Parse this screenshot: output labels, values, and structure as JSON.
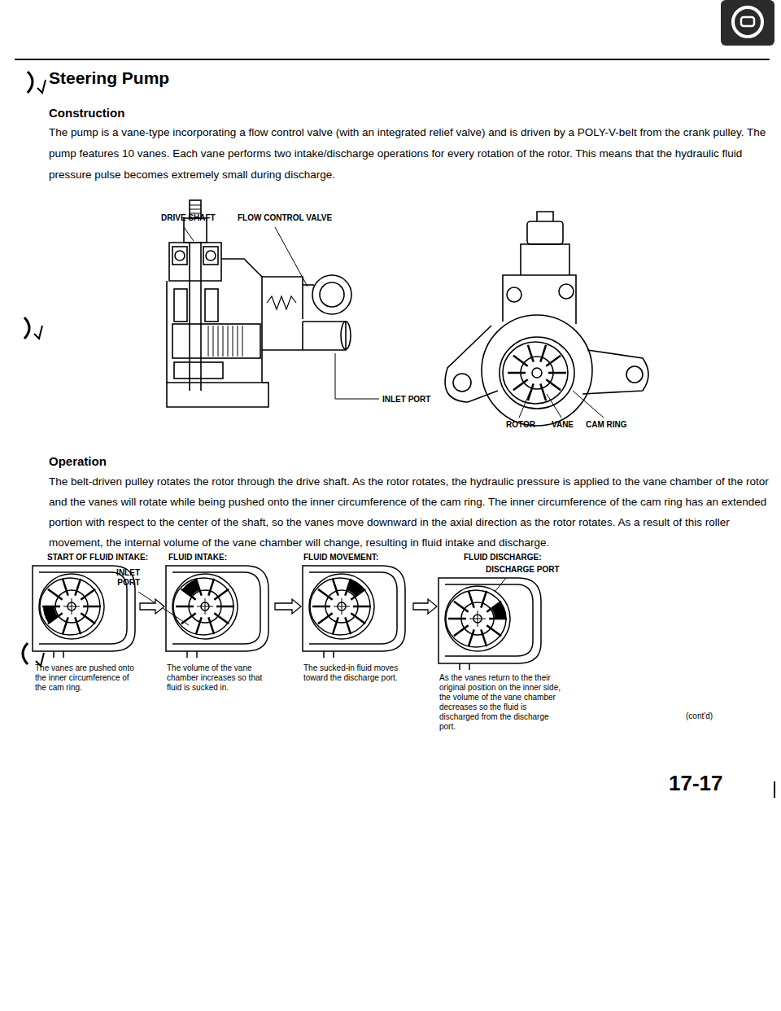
{
  "diagram": {
    "title": "Steering Pump",
    "nodes": [
      {
        "text": [
          "The vanes are pushed onto the inner circumference of the cam ring."
        ]
      },
      {
        "text": [
          "The volume of the vane chamber increases so that fluid is sucked in."
        ]
      },
      {
        "text": [
          "The sucked-in fluid moves toward the discharge port."
        ]
      },
      {
        "text": [
          "As the vanes return to the their original position on the inner side, the volume of the vane chamber decreases so the fluid is discharged from the discharge port."
        ]
      }
    ],
    "edges": [
      {
        "from": 0,
        "to": 1,
        "arrow": "to"
      },
      {
        "from": 1,
        "to": 2,
        "arrow": "to"
      },
      {
        "from": 2,
        "to": 3,
        "arrow": "to"
      }
    ],
    "labels": [
      "Construction",
      "The pump is a vane-type incorporating a flow control valve (with an integrated relief valve) and is driven by a POLY-V-belt from the crank pulley. The pump features 10 vanes. Each vane performs two intake/discharge operations for every rotation of the rotor. This means that the hydraulic fluid pressure pulse becomes extremely small during discharge.",
      "DRIVE SHAFT",
      "FLOW CONTROL VALVE",
      "INLET PORT",
      "ROTOR",
      "VANE",
      "CAM RING",
      "Operation",
      "The belt-driven pulley rotates the rotor through the drive shaft. As the rotor rotates, the hydraulic pressure is applied to the vane chamber of the rotor and the vanes will rotate while being pushed onto the inner circumference of the cam ring. The inner circumference of the cam ring has an extended portion with respect to the center of the shaft, so the vanes move downward in the axial direction as the rotor rotates. As a result of this roller movement, the internal volume of the vane chamber will change, resulting in fluid intake and discharge.",
      "START OF FLUID INTAKE:",
      "FLUID INTAKE:",
      "FLUID MOVEMENT:",
      "FLUID DISCHARGE:",
      "INLET PORT",
      "DISCHARGE PORT",
      "(cont'd)",
      "17-17"
    ]
  }
}
